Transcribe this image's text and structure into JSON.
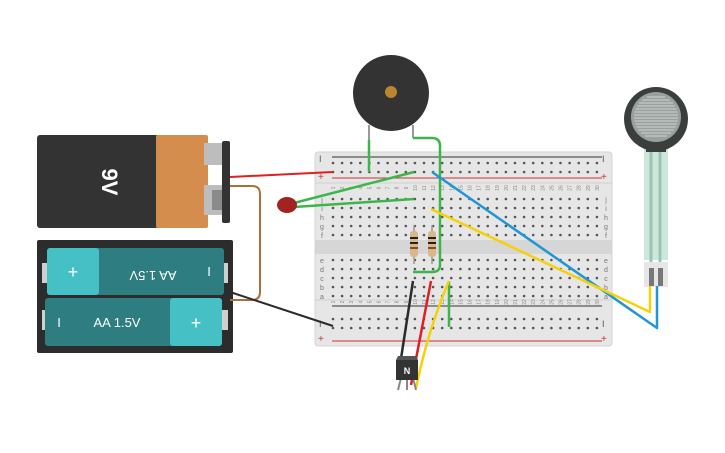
{
  "app": "Circuit simulator workspace",
  "components": {
    "battery_9v": {
      "label": "9V",
      "body_color": "#333333",
      "cap_color": "#d48d4c"
    },
    "battery_pack": {
      "cells": [
        {
          "label": "AA 1.5V",
          "plus": "+",
          "minus": "I",
          "flipped": true
        },
        {
          "label": "AA 1.5V",
          "plus": "+",
          "minus": "I",
          "flipped": false
        }
      ],
      "cell_color": "#2e7d80",
      "cap_color": "#45c0c4"
    },
    "buzzer": {
      "name": "Piezo buzzer"
    },
    "led": {
      "name": "Red LED",
      "color": "#a32222"
    },
    "resistors": [
      {
        "name": "Resistor 1"
      },
      {
        "name": "Resistor 2"
      }
    ],
    "transistor": {
      "label": "N",
      "name": "NPN transistor"
    },
    "force_sensor": {
      "name": "Force sensitive resistor"
    }
  },
  "breadboard": {
    "columns": 30,
    "rows_top": [
      "j",
      "i",
      "h",
      "g",
      "f"
    ],
    "rows_bottom": [
      "e",
      "d",
      "c",
      "b",
      "a"
    ],
    "rail_minus": "−",
    "rail_plus": "+",
    "rail_minus_label": "I",
    "column_labels": [
      "1",
      "2",
      "3",
      "4",
      "5",
      "6",
      "7",
      "8",
      "9",
      "10",
      "11",
      "12",
      "13",
      "14",
      "15",
      "16",
      "17",
      "18",
      "19",
      "20",
      "21",
      "22",
      "23",
      "24",
      "25",
      "26",
      "27",
      "28",
      "29",
      "30"
    ]
  },
  "wire_colors": {
    "red": "#e02020",
    "black": "#2b2b2b",
    "green": "#3cb64a",
    "blue": "#1f97d4",
    "yellow": "#f5d10a",
    "brown": "#a8703a"
  }
}
